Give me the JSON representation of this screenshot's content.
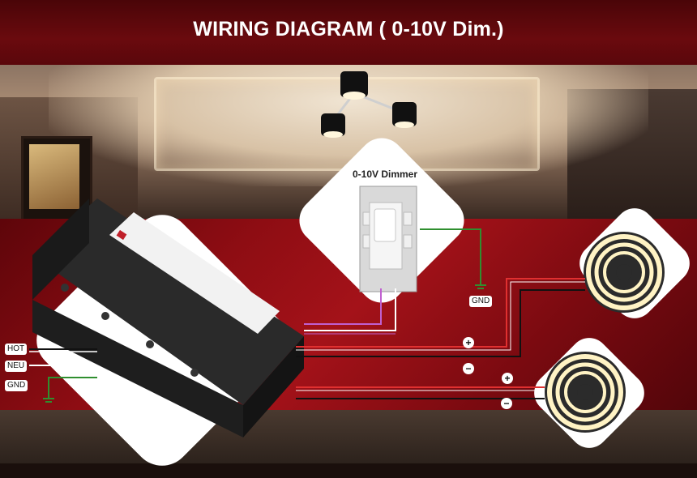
{
  "title": "WIRING DIAGRAM ( 0-10V Dim.)",
  "dimmer_label": "0-10V Dimmer",
  "labels": {
    "hot": "HOT",
    "neu": "NEU",
    "gnd": "GND",
    "gnd_dimmer": "GND"
  },
  "signs": {
    "plus": "+",
    "minus": "−"
  },
  "colors": {
    "banner": "#6a0a0e",
    "band": "#a41219",
    "wire_hot": "#111111",
    "wire_neu": "#ffffff",
    "wire_gnd": "#2f8f2f",
    "wire_dim": "#b040c0",
    "wire_pos": "#e03030"
  }
}
